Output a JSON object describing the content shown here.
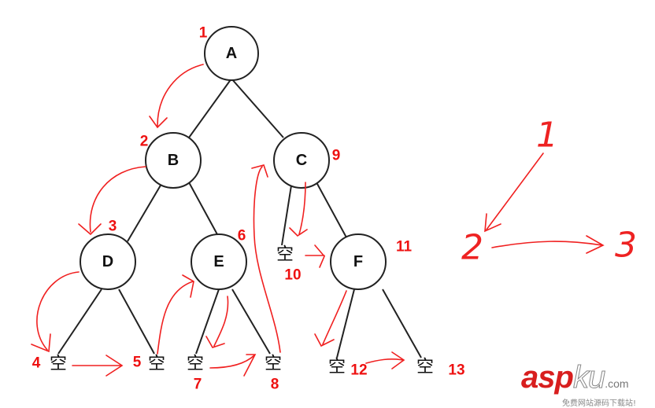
{
  "tree": {
    "nodes": [
      {
        "id": "A",
        "label": "A"
      },
      {
        "id": "B",
        "label": "B"
      },
      {
        "id": "C",
        "label": "C"
      },
      {
        "id": "D",
        "label": "D"
      },
      {
        "id": "E",
        "label": "E"
      },
      {
        "id": "F",
        "label": "F"
      }
    ],
    "null_label": "空",
    "order_numbers": [
      "1",
      "2",
      "3",
      "4",
      "5",
      "6",
      "7",
      "8",
      "9",
      "10",
      "11",
      "12",
      "13"
    ]
  },
  "legend": {
    "steps": [
      "1",
      "2",
      "3"
    ]
  },
  "watermark": {
    "brand_a": "asp",
    "brand_b": "ku",
    "domain": ".com",
    "tagline": "免费网站源码下载站!"
  },
  "colors": {
    "annotation": "#ee1111",
    "stroke": "#222222"
  }
}
